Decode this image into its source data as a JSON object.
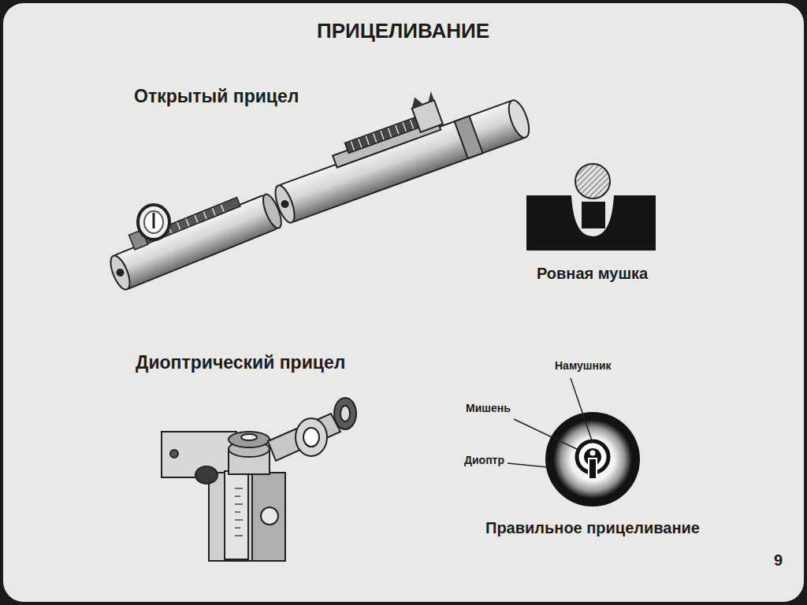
{
  "diagram": {
    "title": "ПРИЦЕЛИВАНИЕ",
    "labels": [
      "Открытый прицел",
      "Ровная мушка",
      "Диоптрический прицел",
      "Намушник",
      "Мишень",
      "Диоптр",
      "Правильное прицеливание",
      "9"
    ]
  }
}
